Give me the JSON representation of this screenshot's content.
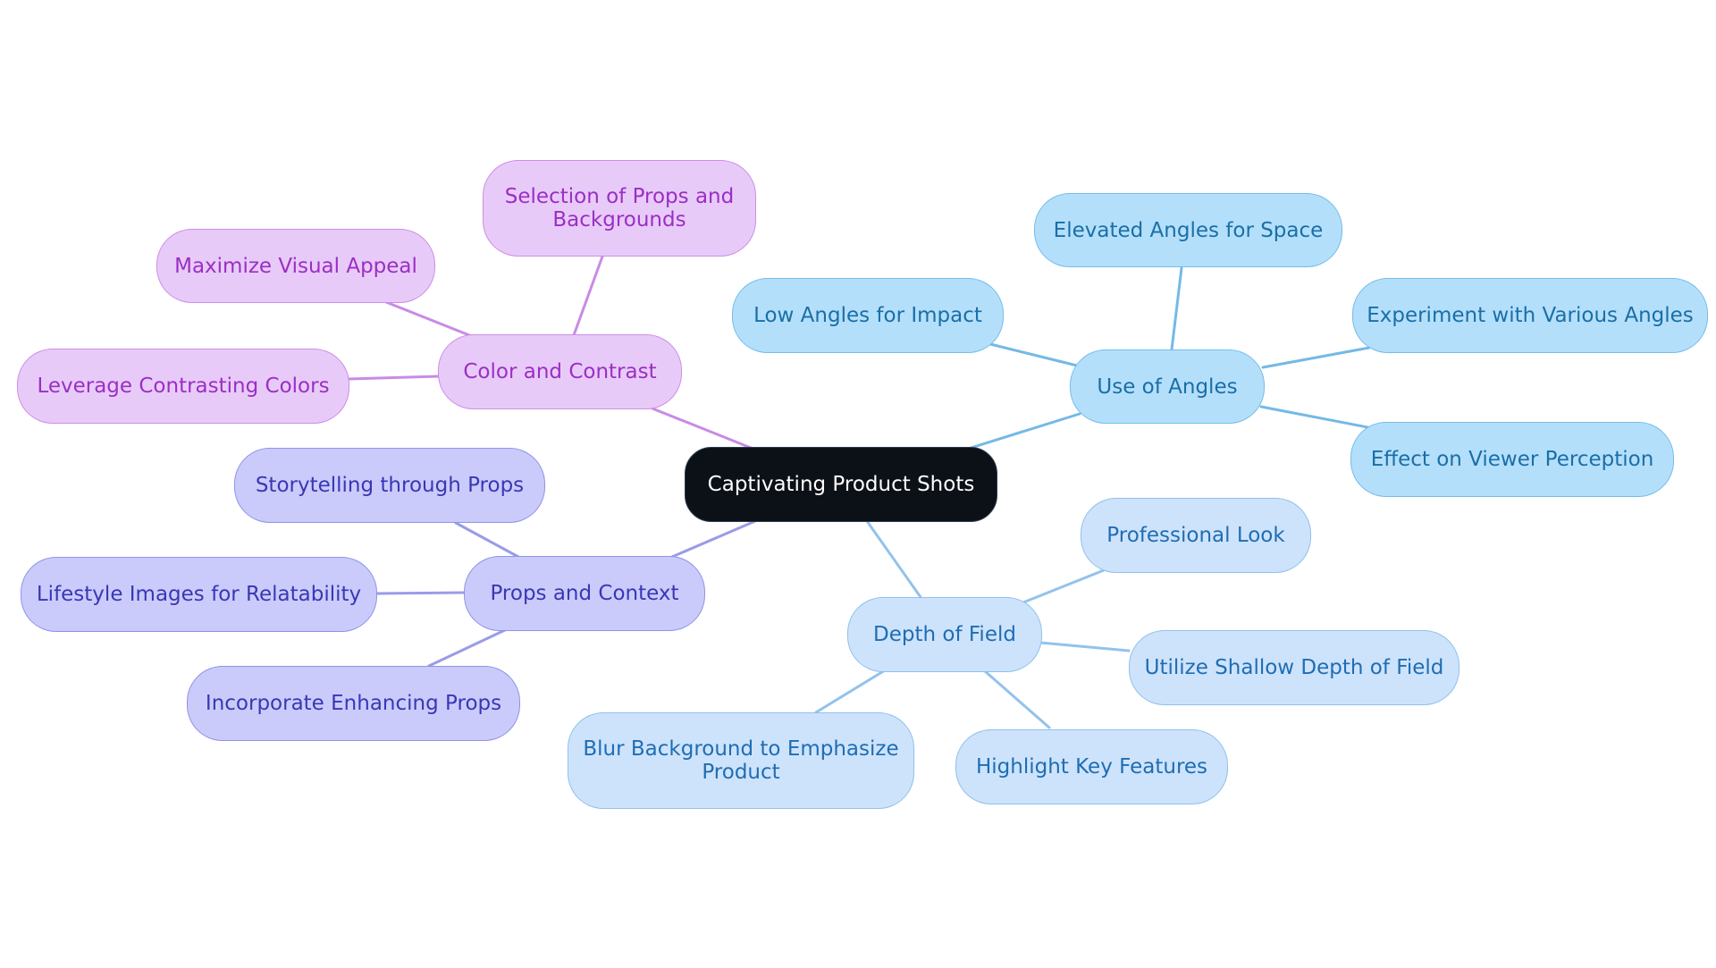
{
  "colors": {
    "background": "#ffffff",
    "root": {
      "fill": "#0c1118",
      "stroke": "#2e3a4a",
      "text": "#ffffff"
    },
    "color_contrast": {
      "fill": "#e8caf9",
      "stroke": "#cc8ee6",
      "text": "#9a2fc4",
      "edge": "#c98be6"
    },
    "use_of_angles": {
      "fill": "#b4dffb",
      "stroke": "#74bde9",
      "text": "#1a6fa6",
      "edge": "#74b9e6"
    },
    "props_context": {
      "fill": "#cacbfb",
      "stroke": "#8f93e6",
      "text": "#3a37b4",
      "edge": "#9a9ce8"
    },
    "depth_of_field": {
      "fill": "#cde3fb",
      "stroke": "#8fc0ec",
      "text": "#1f6db3",
      "edge": "#93c2ec"
    }
  },
  "diagram": {
    "root": {
      "label": "Captivating Product Shots"
    },
    "branches": [
      {
        "key": "color_contrast",
        "label": "Color and Contrast",
        "children": [
          {
            "label": "Selection of Props and\nBackgrounds"
          },
          {
            "label": "Maximize Visual Appeal"
          },
          {
            "label": "Leverage Contrasting Colors"
          }
        ]
      },
      {
        "key": "use_of_angles",
        "label": "Use of Angles",
        "children": [
          {
            "label": "Elevated Angles for Space"
          },
          {
            "label": "Low Angles for Impact"
          },
          {
            "label": "Experiment with Various Angles"
          },
          {
            "label": "Effect on Viewer Perception"
          }
        ]
      },
      {
        "key": "props_context",
        "label": "Props and Context",
        "children": [
          {
            "label": "Storytelling through Props"
          },
          {
            "label": "Lifestyle Images for Relatability"
          },
          {
            "label": "Incorporate Enhancing Props"
          }
        ]
      },
      {
        "key": "depth_of_field",
        "label": "Depth of Field",
        "children": [
          {
            "label": "Professional Look"
          },
          {
            "label": "Utilize Shallow Depth of Field"
          },
          {
            "label": "Highlight Key Features"
          },
          {
            "label": "Blur Background to Emphasize\nProduct"
          }
        ]
      }
    ]
  }
}
